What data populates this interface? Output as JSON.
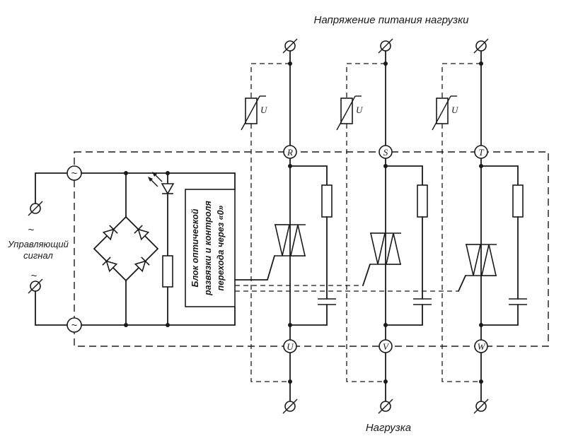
{
  "diagram": {
    "title_top": "Напряжение питания нагрузки",
    "title_bottom": "Нагрузка",
    "control_label_line1": "Управляющий",
    "control_label_line2": "сигнал",
    "ac_tilde": "~",
    "block_text_line1": "Блок оптической",
    "block_text_line2": "развязки и контроля",
    "block_text_line3": "перехода через «0»",
    "varistor_label": "U",
    "phase_terminals_top": [
      "R",
      "S",
      "T"
    ],
    "phase_terminals_bottom": [
      "U",
      "V",
      "W"
    ],
    "colors": {
      "line": "#1a1a1a",
      "background": "#ffffff"
    }
  }
}
